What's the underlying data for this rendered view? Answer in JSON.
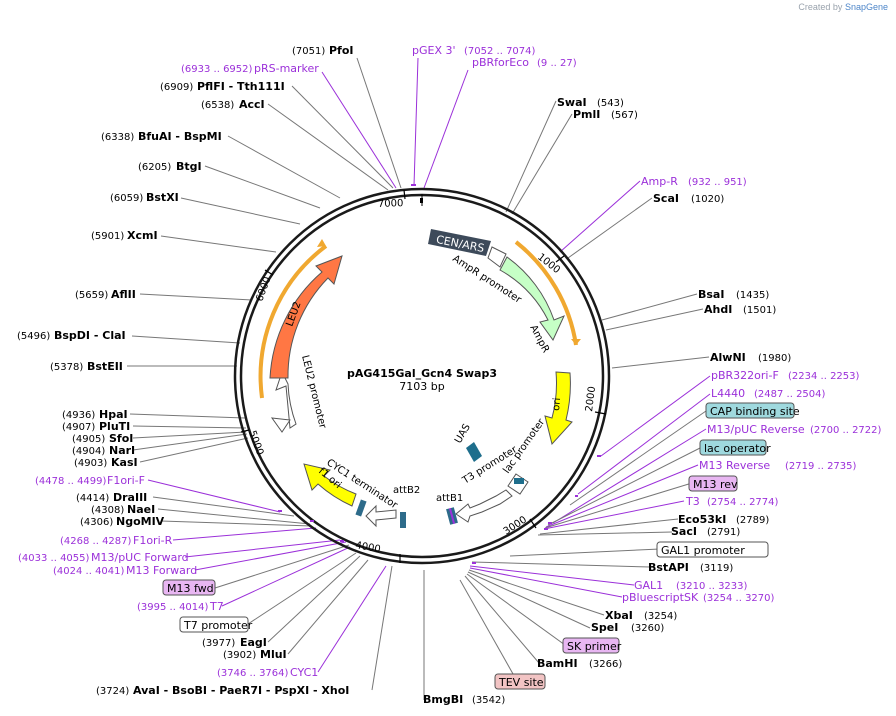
{
  "watermark": {
    "prefix": "Created by",
    "brand": "SnapGene"
  },
  "plasmid": {
    "name": "pAG415Gal_Gcn4 Swap3",
    "length_label": "7103 bp"
  },
  "ruler": [
    "1000",
    "2000",
    "3000",
    "4000",
    "5000",
    "6000",
    "7000"
  ],
  "features": {
    "cen_ars": "CEN/ARS",
    "ampr_promoter": "AmpR promoter",
    "ampr": "AmpR",
    "ori": "ori",
    "uas": "UAS",
    "t3_promoter": "T3 promoter",
    "lac_promoter": "lac promoter",
    "attb1": "attB1",
    "attb2": "attB2",
    "cyc1_terminator": "CYC1 terminator",
    "f1_ori": "f1 ori",
    "leu2_promoter": "LEU2 promoter",
    "leu2": "LEU2"
  },
  "labels_left": [
    {
      "pos": "(7051)",
      "name": "PfoI"
    },
    {
      "pos": "(6933 .. 6952)",
      "name": "pRS-marker"
    },
    {
      "pos": "(6909)",
      "name": "PflFI  - Tth111I"
    },
    {
      "pos": "(6538)",
      "name": "AccI"
    },
    {
      "pos": "(6338)",
      "name": "BfuAI  - BspMI"
    },
    {
      "pos": "(6205)",
      "name": "BtgI"
    },
    {
      "pos": "(6059)",
      "name": "BstXI"
    },
    {
      "pos": "(5901)",
      "name": "XcmI"
    },
    {
      "pos": "(5659)",
      "name": "AflII"
    },
    {
      "pos": "(5496)",
      "name": "BspDI  - ClaI"
    },
    {
      "pos": "(5378)",
      "name": "BstEII"
    },
    {
      "pos": "(4936)",
      "name": "HpaI"
    },
    {
      "pos": "(4907)",
      "name": "PluTI"
    },
    {
      "pos": "(4905)",
      "name": "SfoI"
    },
    {
      "pos": "(4904)",
      "name": "NarI"
    },
    {
      "pos": "(4903)",
      "name": "KasI"
    },
    {
      "pos": "(4478 .. 4499)",
      "name": "F1ori-F"
    },
    {
      "pos": "(4414)",
      "name": "DraIII"
    },
    {
      "pos": "(4308)",
      "name": "NaeI"
    },
    {
      "pos": "(4306)",
      "name": "NgoMIV"
    },
    {
      "pos": "(4268 .. 4287)",
      "name": "F1ori-R"
    },
    {
      "pos": "(4033 .. 4055)",
      "name": "M13/pUC Forward"
    },
    {
      "pos": "(4024 .. 4041)",
      "name": "M13 Forward"
    },
    {
      "pos": "",
      "name": "M13 fwd"
    },
    {
      "pos": "(3995 .. 4014)",
      "name": "T7"
    },
    {
      "pos": "",
      "name": "T7 promoter"
    },
    {
      "pos": "(3977)",
      "name": "EagI"
    },
    {
      "pos": "(3902)",
      "name": "MluI"
    },
    {
      "pos": "(3746 .. 3764)",
      "name": "CYC1"
    },
    {
      "pos": "(3724)",
      "name": "AvaI  - BsoBI  - PaeR7I  - PspXI  - XhoI"
    }
  ],
  "labels_top": [
    {
      "pos": "",
      "name": "pGEX 3'"
    },
    {
      "pos": "(7052 .. 7074)",
      "name": ""
    },
    {
      "pos": "(9 .. 27)",
      "name": "pBRforEco"
    }
  ],
  "labels_right": [
    {
      "pos": "(543)",
      "name": "SwaI"
    },
    {
      "pos": "(567)",
      "name": "PmlI"
    },
    {
      "pos": "(932 .. 951)",
      "name": "Amp-R"
    },
    {
      "pos": "(1020)",
      "name": "ScaI"
    },
    {
      "pos": "(1435)",
      "name": "BsaI"
    },
    {
      "pos": "(1501)",
      "name": "AhdI"
    },
    {
      "pos": "(1980)",
      "name": "AlwNI"
    },
    {
      "pos": "(2234 .. 2253)",
      "name": "pBR322ori-F"
    },
    {
      "pos": "(2487 .. 2504)",
      "name": "L4440"
    },
    {
      "pos": "",
      "name": "CAP binding site"
    },
    {
      "pos": "(2700 .. 2722)",
      "name": "M13/pUC Reverse"
    },
    {
      "pos": "",
      "name": "lac operator"
    },
    {
      "pos": "(2719 .. 2735)",
      "name": "M13 Reverse"
    },
    {
      "pos": "",
      "name": "M13 rev"
    },
    {
      "pos": "(2754 .. 2774)",
      "name": "T3"
    },
    {
      "pos": "(2789)",
      "name": "Eco53kI"
    },
    {
      "pos": "(2791)",
      "name": "SacI"
    },
    {
      "pos": "",
      "name": "GAL1 promoter"
    },
    {
      "pos": "(3119)",
      "name": "BstAPI"
    },
    {
      "pos": "(3210 .. 3233)",
      "name": "GAL1"
    },
    {
      "pos": "(3254 .. 3270)",
      "name": "pBluescriptSK"
    },
    {
      "pos": "(3254)",
      "name": "XbaI"
    },
    {
      "pos": "(3260)",
      "name": "SpeI"
    },
    {
      "pos": "",
      "name": "SK primer"
    },
    {
      "pos": "(3266)",
      "name": "BamHI"
    },
    {
      "pos": "",
      "name": "TEV site"
    },
    {
      "pos": "(3542)",
      "name": "BmgBI"
    }
  ],
  "colors": {
    "backbone": "#1a1a1a",
    "primer": "#9b30d9",
    "leu2": "#ff7744",
    "ampr": "#c6ffc6",
    "ori": "#ffff00",
    "f1ori": "#ffff00",
    "cen_ars": "#3d4a5a",
    "uas": "#1e6e8c",
    "orange_strand": "#f0a830",
    "cap_box": "#9fd9de",
    "lac_op_box": "#9fd9de",
    "m13rev_box": "#e8b6f2",
    "m13fwd_box": "#e8b6f2",
    "sk_box": "#e8b6f2",
    "tev_box": "#f2c4c4"
  }
}
